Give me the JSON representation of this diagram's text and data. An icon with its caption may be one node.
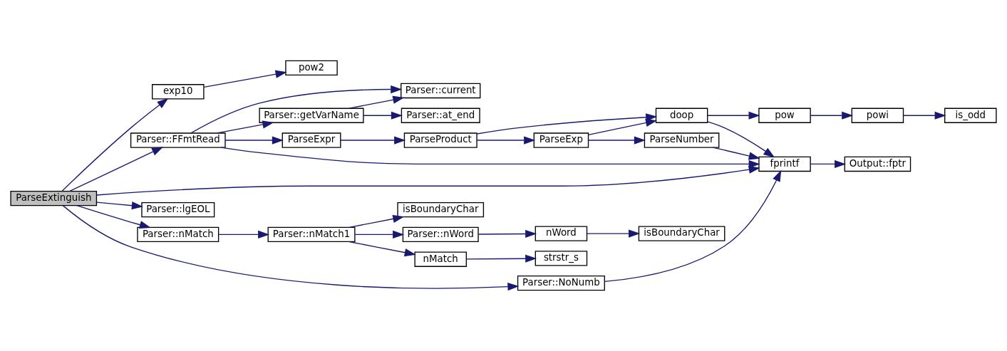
{
  "diagram": {
    "nodes": [
      {
        "text": [
          "ParseExtinguish"
        ]
      },
      {
        "text": [
          "exp10"
        ]
      },
      {
        "text": [
          "pow2"
        ]
      },
      {
        "text": [
          "Parser::FFmtRead"
        ]
      },
      {
        "text": [
          "Parser::current"
        ]
      },
      {
        "text": [
          "Parser::getVarName"
        ]
      },
      {
        "text": [
          "Parser::at_end"
        ]
      },
      {
        "text": [
          "ParseExpr"
        ]
      },
      {
        "text": [
          "ParseProduct"
        ]
      },
      {
        "text": [
          "ParseExp"
        ]
      },
      {
        "text": [
          "doop"
        ]
      },
      {
        "text": [
          "pow"
        ]
      },
      {
        "text": [
          "powi"
        ]
      },
      {
        "text": [
          "is_odd"
        ]
      },
      {
        "text": [
          "ParseNumber"
        ]
      },
      {
        "text": [
          "fprintf"
        ]
      },
      {
        "text": [
          "Output::fptr"
        ]
      },
      {
        "text": [
          "Parser::lgEOL"
        ]
      },
      {
        "text": [
          "Parser::nMatch"
        ]
      },
      {
        "text": [
          "Parser::nMatch1"
        ]
      },
      {
        "text": [
          "isBoundaryChar"
        ]
      },
      {
        "text": [
          "Parser::nWord"
        ]
      },
      {
        "text": [
          "nWord"
        ]
      },
      {
        "text": [
          "isBoundaryChar"
        ]
      },
      {
        "text": [
          "nMatch"
        ]
      },
      {
        "text": [
          "strstr_s"
        ]
      },
      {
        "text": [
          "Parser::NoNumb"
        ]
      }
    ],
    "edges": [
      {
        "from": 0,
        "to": 1,
        "arrow": "to"
      },
      {
        "from": 1,
        "to": 2,
        "arrow": "to"
      },
      {
        "from": 0,
        "to": 3,
        "arrow": "to"
      },
      {
        "from": 3,
        "to": 4,
        "arrow": "to"
      },
      {
        "from": 3,
        "to": 5,
        "arrow": "to"
      },
      {
        "from": 5,
        "to": 4,
        "arrow": "to"
      },
      {
        "from": 5,
        "to": 6,
        "arrow": "to"
      },
      {
        "from": 3,
        "to": 7,
        "arrow": "to"
      },
      {
        "from": 7,
        "to": 8,
        "arrow": "to"
      },
      {
        "from": 8,
        "to": 10,
        "arrow": "to"
      },
      {
        "from": 8,
        "to": 9,
        "arrow": "to"
      },
      {
        "from": 9,
        "to": 10,
        "arrow": "to"
      },
      {
        "from": 9,
        "to": 14,
        "arrow": "to"
      },
      {
        "from": 10,
        "to": 11,
        "arrow": "to"
      },
      {
        "from": 11,
        "to": 12,
        "arrow": "to"
      },
      {
        "from": 12,
        "to": 13,
        "arrow": "to"
      },
      {
        "from": 10,
        "to": 15,
        "arrow": "to"
      },
      {
        "from": 14,
        "to": 15,
        "arrow": "to"
      },
      {
        "from": 3,
        "to": 15,
        "arrow": "to"
      },
      {
        "from": 15,
        "to": 16,
        "arrow": "to"
      },
      {
        "from": 0,
        "to": 15,
        "arrow": "to"
      },
      {
        "from": 0,
        "to": 17,
        "arrow": "to"
      },
      {
        "from": 0,
        "to": 18,
        "arrow": "to"
      },
      {
        "from": 18,
        "to": 19,
        "arrow": "to"
      },
      {
        "from": 19,
        "to": 20,
        "arrow": "to"
      },
      {
        "from": 19,
        "to": 21,
        "arrow": "to"
      },
      {
        "from": 21,
        "to": 22,
        "arrow": "to"
      },
      {
        "from": 22,
        "to": 23,
        "arrow": "to"
      },
      {
        "from": 19,
        "to": 24,
        "arrow": "to"
      },
      {
        "from": 24,
        "to": 25,
        "arrow": "to"
      },
      {
        "from": 0,
        "to": 26,
        "arrow": "to"
      },
      {
        "from": 26,
        "to": 15,
        "arrow": "to"
      }
    ]
  }
}
